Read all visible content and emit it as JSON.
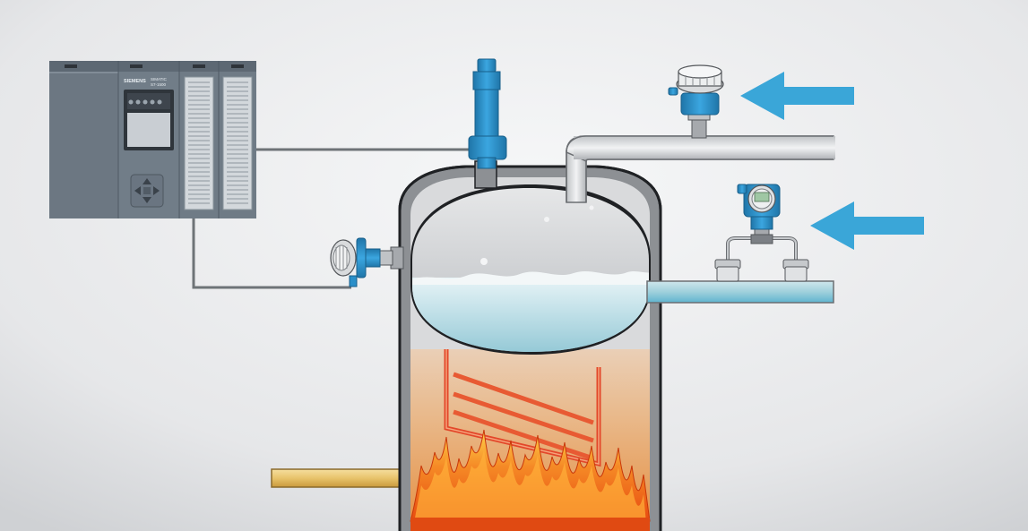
{
  "plc": {
    "brand": "SIEMENS",
    "model_line1": "SIMATIC",
    "model_line2": "S7-1500"
  },
  "colors": {
    "background_center": "#f4f5f7",
    "background_edge": "#d8dadd",
    "plc_body": "#6f7b86",
    "plc_dark": "#55616b",
    "pipe_gray": "#7c7f83",
    "transmitter_blue": "#2a8fc9",
    "arrow_blue": "#3aa6d8",
    "water": "#9fd0dc",
    "steam": "#c7c9cc",
    "fire_orange": "#f06a1e",
    "fire_yellow": "#ffd24a",
    "heater_red": "#e3472a",
    "feed_pipe_yellow": "#e8c36b"
  },
  "icons": [
    "plc-controller-icon",
    "pressure-relief-valve-icon",
    "pressure-transmitter-icon",
    "level-transmitter-icon",
    "differential-pressure-transmitter-icon",
    "flow-arrow-icon",
    "fire-icon",
    "heater-coil-icon"
  ]
}
